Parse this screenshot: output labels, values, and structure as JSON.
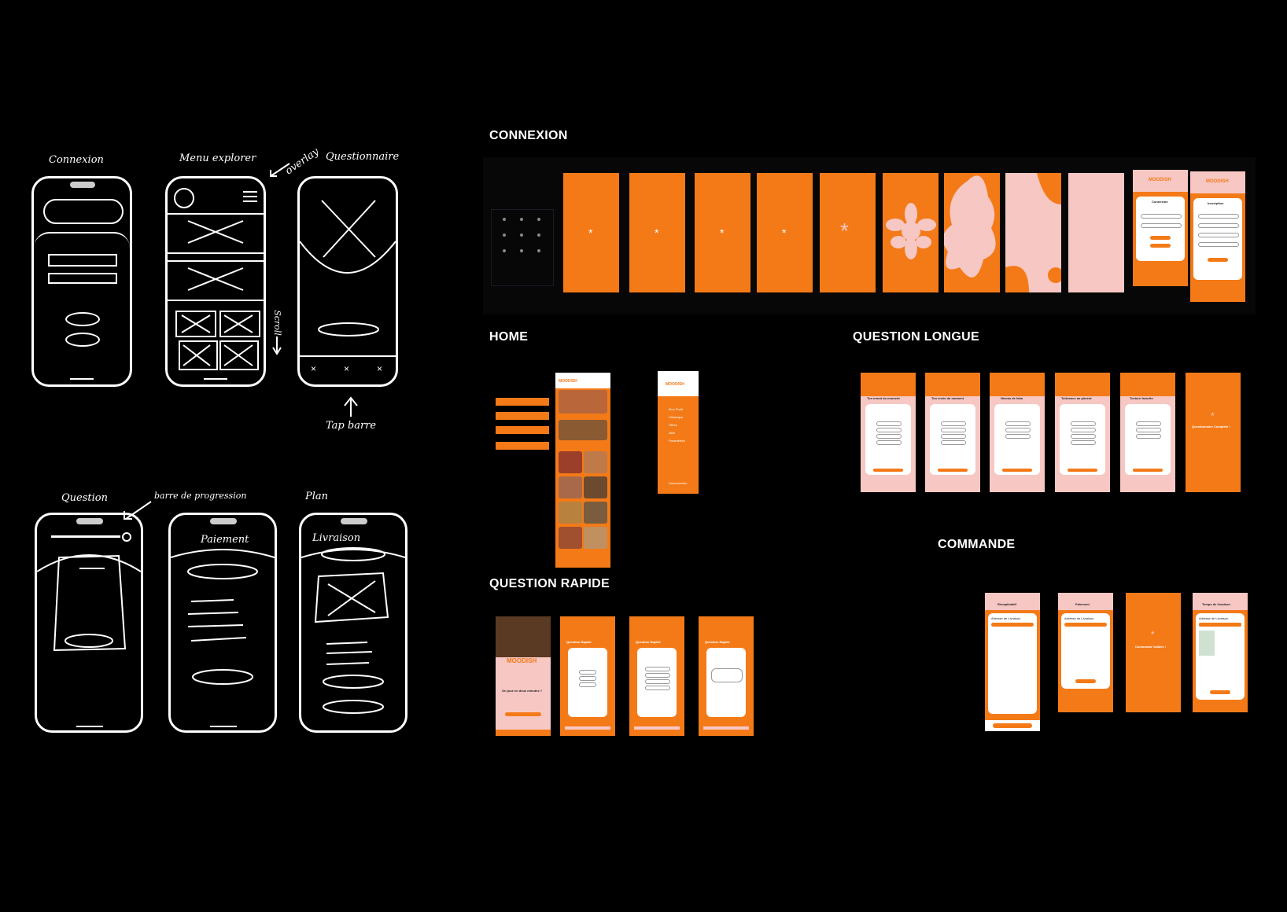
{
  "sketches": {
    "labels": {
      "connexion": "Connexion",
      "menu_explorer": "Menu explorer",
      "overlay": "overlay",
      "questionnaire": "Questionnaire",
      "scroll": "Scroll",
      "tap_barre": "Tap barre",
      "question": "Question",
      "barre_progression": "barre de progression",
      "plan": "Plan",
      "paiement": "Paiement",
      "livraison": "Livraison"
    }
  },
  "sections": {
    "connexion": "CONNEXION",
    "home": "HOME",
    "question_longue": "QUESTION LONGUE",
    "commande": "COMMANDE",
    "question_rapide": "QUESTION RAPIDE"
  },
  "brand": {
    "name": "MOODISH",
    "orange": "#f47a18",
    "pink": "#f7c7c3"
  },
  "connexion_screens": {
    "login_title": "Connexion",
    "signup_title": "Inscription"
  },
  "home_menu": {
    "items": [
      "Mon Profil",
      "Historique",
      "Offres",
      "Aide",
      "Paramètres"
    ],
    "logout": "Déconnexion"
  },
  "question_longue": {
    "titles": [
      "Ton mood du moment",
      "Ton envie du moment",
      "Niveau de faim",
      "Tolérance au piment",
      "Texture favorite"
    ],
    "complete": "Questionnaire Complété !"
  },
  "question_rapide": {
    "intro": "On joue en deux minutes ?",
    "title": "Question Rapide"
  },
  "commande": {
    "recap": "Récapitulatif",
    "paiement": "Paiement",
    "validee": "Commande Validée !",
    "livraison": "Temps de livraison",
    "adresse": "Adresse de Livraison"
  }
}
